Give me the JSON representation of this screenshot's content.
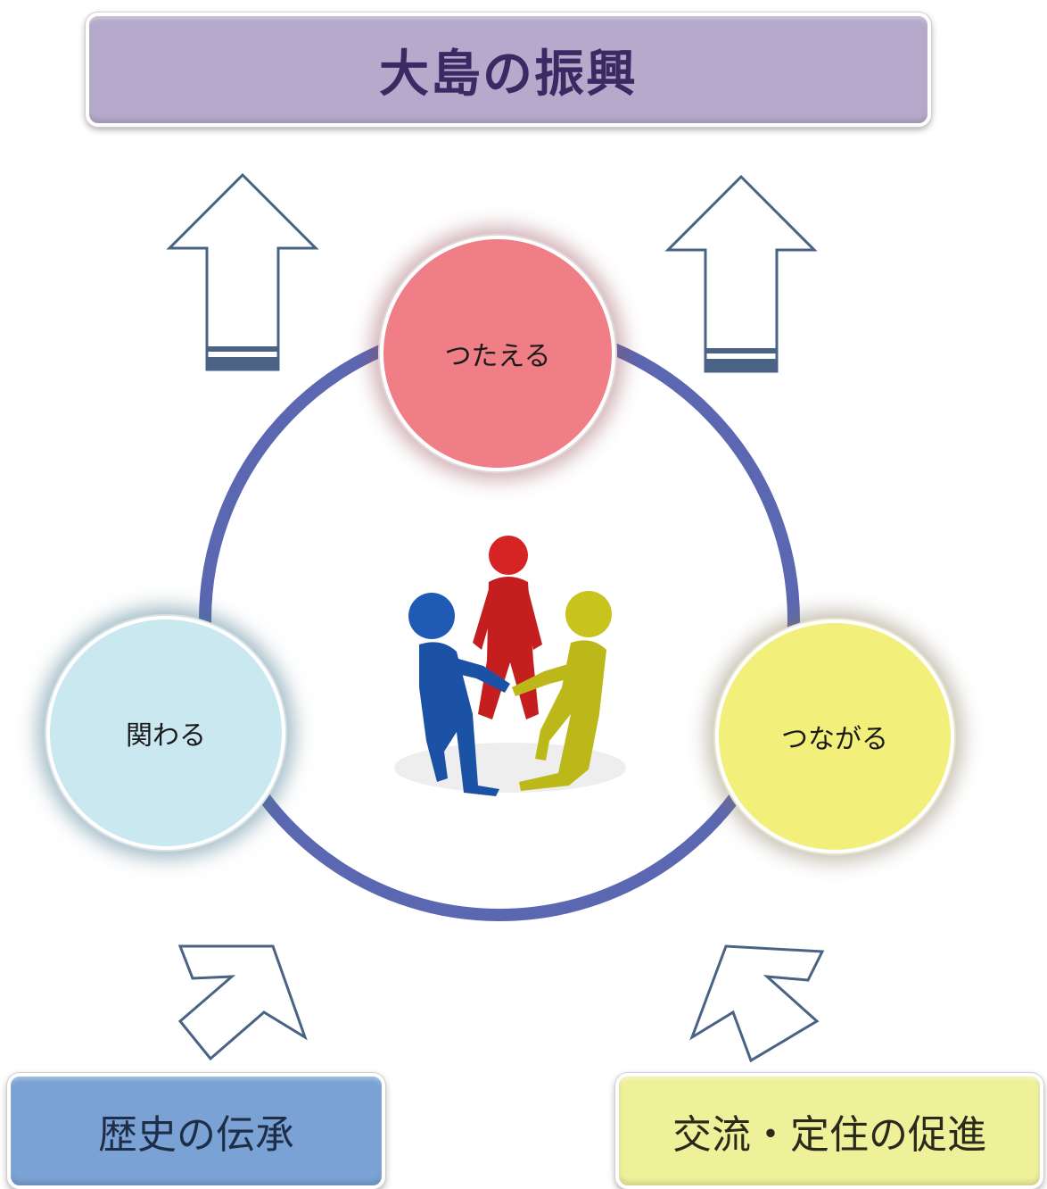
{
  "title": "大島の振興",
  "bottom_left": "歴史の伝承",
  "bottom_right": "交流・定住の促進",
  "nodes": {
    "top": "つたえる",
    "left": "関わる",
    "right": "つながる"
  },
  "colors": {
    "title_box": "#b5aacb",
    "ring": "#5b67b1",
    "arrow_outline": "#4a6284",
    "node_top": "#f07e86",
    "node_left": "#c9e8ef",
    "node_right": "#f2f07b",
    "bottom_left_box": "#7aa2d4",
    "bottom_right_box": "#eef09a"
  },
  "figures": [
    "blue-person",
    "red-person",
    "yellow-person"
  ]
}
